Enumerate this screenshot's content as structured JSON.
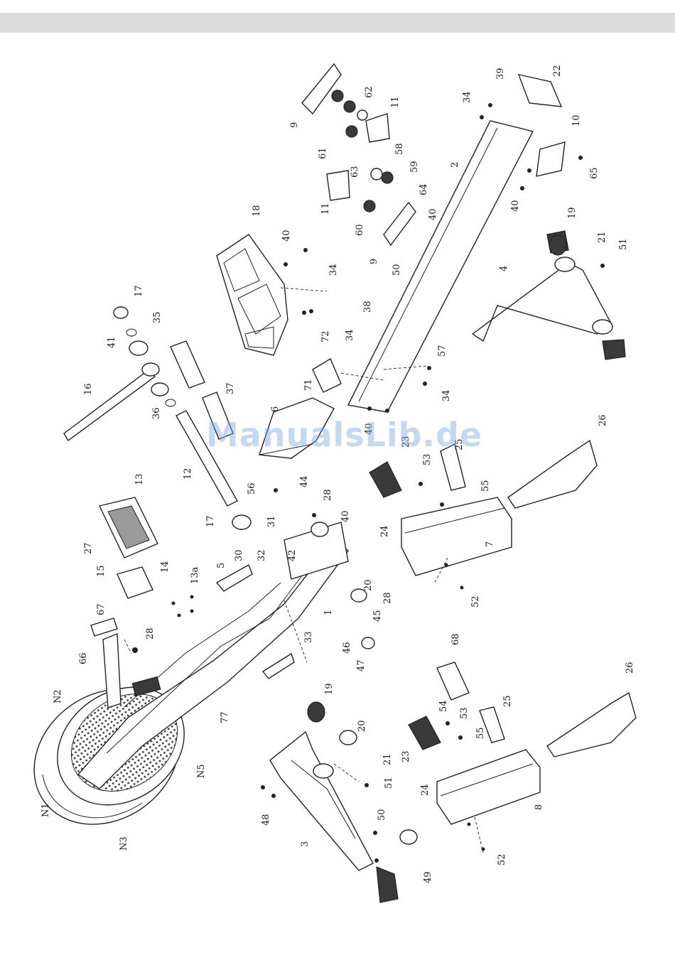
{
  "watermark": "ManualsLib.de",
  "labels": {
    "l1": "1",
    "l2": "2",
    "l3": "3",
    "l4": "4",
    "l5": "5",
    "l6": "6",
    "l7": "7",
    "l8": "8",
    "l9a": "9",
    "l9b": "9",
    "l10": "10",
    "l11a": "11",
    "l11b": "11",
    "l12": "12",
    "l13": "13",
    "l13a": "13a",
    "l14": "14",
    "l15": "15",
    "l16": "16",
    "l17a": "17",
    "l17b": "17",
    "l18": "18",
    "l19a": "19",
    "l19b": "19",
    "l20a": "20",
    "l20b": "20",
    "l21a": "21",
    "l21b": "21",
    "l22": "22",
    "l23a": "23",
    "l23b": "23",
    "l24a": "24",
    "l24b": "24",
    "l25a": "25",
    "l25b": "25",
    "l26a": "26",
    "l26b": "26",
    "l27": "27",
    "l28a": "28",
    "l28b": "28",
    "l28c": "28",
    "l30": "30",
    "l31": "31",
    "l32": "32",
    "l33": "33",
    "l34a": "34",
    "l34b": "34",
    "l34c": "34",
    "l34d": "34",
    "l35": "35",
    "l36": "36",
    "l37": "37",
    "l38": "38",
    "l39": "39",
    "l40a": "40",
    "l40b": "40",
    "l40c": "40",
    "l40d": "40",
    "l40e": "40",
    "l41": "41",
    "l42": "42",
    "l44": "44",
    "l45": "45",
    "l46": "46",
    "l47": "47",
    "l48": "48",
    "l49": "49",
    "l50a": "50",
    "l50b": "50",
    "l51a": "51",
    "l51b": "51",
    "l52a": "52",
    "l52b": "52",
    "l53a": "53",
    "l53b": "53",
    "l54": "54",
    "l55a": "55",
    "l55b": "55",
    "l56": "56",
    "l57": "57",
    "l58": "58",
    "l59": "59",
    "l60": "60",
    "l61": "61",
    "l62": "62",
    "l63": "63",
    "l64": "64",
    "l65": "65",
    "l66": "66",
    "l67": "67",
    "l68": "68",
    "l71": "71",
    "l72": "72",
    "l77": "77",
    "lN1": "N1",
    "lN2": "N2",
    "lN3": "N3",
    "lN5": "N5"
  }
}
